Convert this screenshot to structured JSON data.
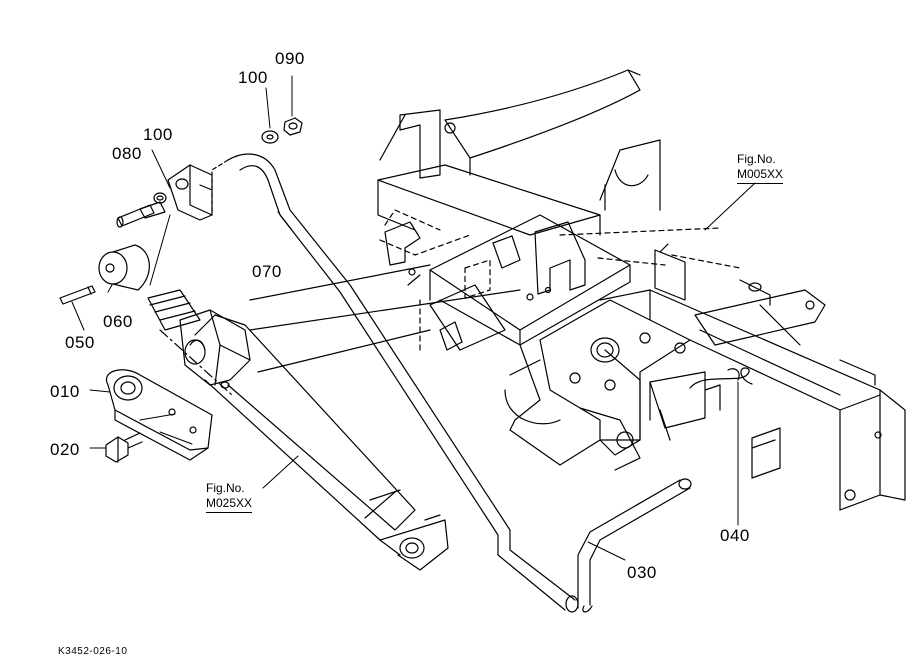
{
  "diagram": {
    "drawing_id": "K3452-026-10",
    "labels": {
      "p010": "010",
      "p020": "020",
      "p030": "030",
      "p040": "040",
      "p050": "050",
      "p060": "060",
      "p070": "070",
      "p080": "080",
      "p090": "090",
      "p100a": "100",
      "p100b": "100"
    },
    "fig_refs": {
      "upper": {
        "label": "Fig.No.",
        "code": "M005XX"
      },
      "lower": {
        "label": "Fig.No.",
        "code": "M025XX"
      }
    }
  }
}
